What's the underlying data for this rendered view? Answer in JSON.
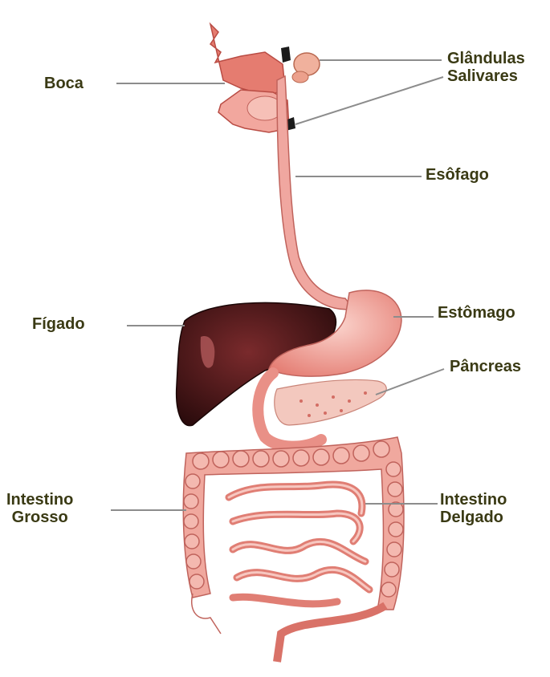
{
  "diagram": {
    "labels": {
      "boca": "Boca",
      "glandulas_line1": "Glândulas",
      "glandulas_line2": "Salivares",
      "esofago": "Esôfago",
      "figado": "Fígado",
      "estomago": "Estômago",
      "pancreas": "Pâncreas",
      "intestino_grosso_line1": "Intestino",
      "intestino_grosso_line2": "Grosso",
      "intestino_delgado_line1": "Intestino",
      "intestino_delgado_line2": "Delgado"
    },
    "colors": {
      "label_text": "#3a3a14",
      "leader_line": "#8c8c8c",
      "tissue_pink": "#f0a6a0",
      "tissue_red": "#d9645c",
      "liver_dark": "#3e1214",
      "pancreas": "#f3c8be"
    }
  }
}
